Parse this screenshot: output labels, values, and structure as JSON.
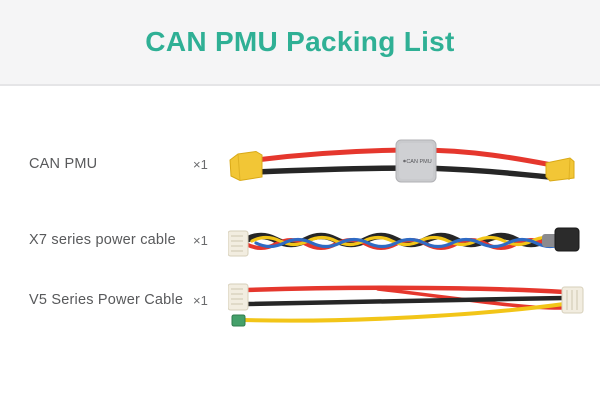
{
  "header": {
    "title": "CAN PMU Packing List"
  },
  "items": [
    {
      "label": "CAN PMU",
      "quantity": "×1",
      "image": "can-pmu-cable-photo",
      "module_label": "CAN PMU"
    },
    {
      "label": "X7 series power cable",
      "quantity": "×1",
      "image": "x7-series-power-cable-photo"
    },
    {
      "label": "V5 Series Power Cable",
      "quantity": "×1",
      "image": "v5-series-power-cable-photo"
    }
  ],
  "colors": {
    "title_text": "#2fb095",
    "header_background": "#f5f5f6",
    "label_text": "#58595b",
    "wire_red": "#e5372d",
    "wire_black": "#262626",
    "wire_yellow": "#f2c518",
    "wire_blue": "#2f6bc4",
    "xt60_connector_yellow": "#f2c636",
    "pmu_module_gray": "#c9cacd",
    "jst_connector_white": "#f2ede0",
    "connector_black": "#2b2b2b",
    "connector_green": "#44a06a"
  }
}
